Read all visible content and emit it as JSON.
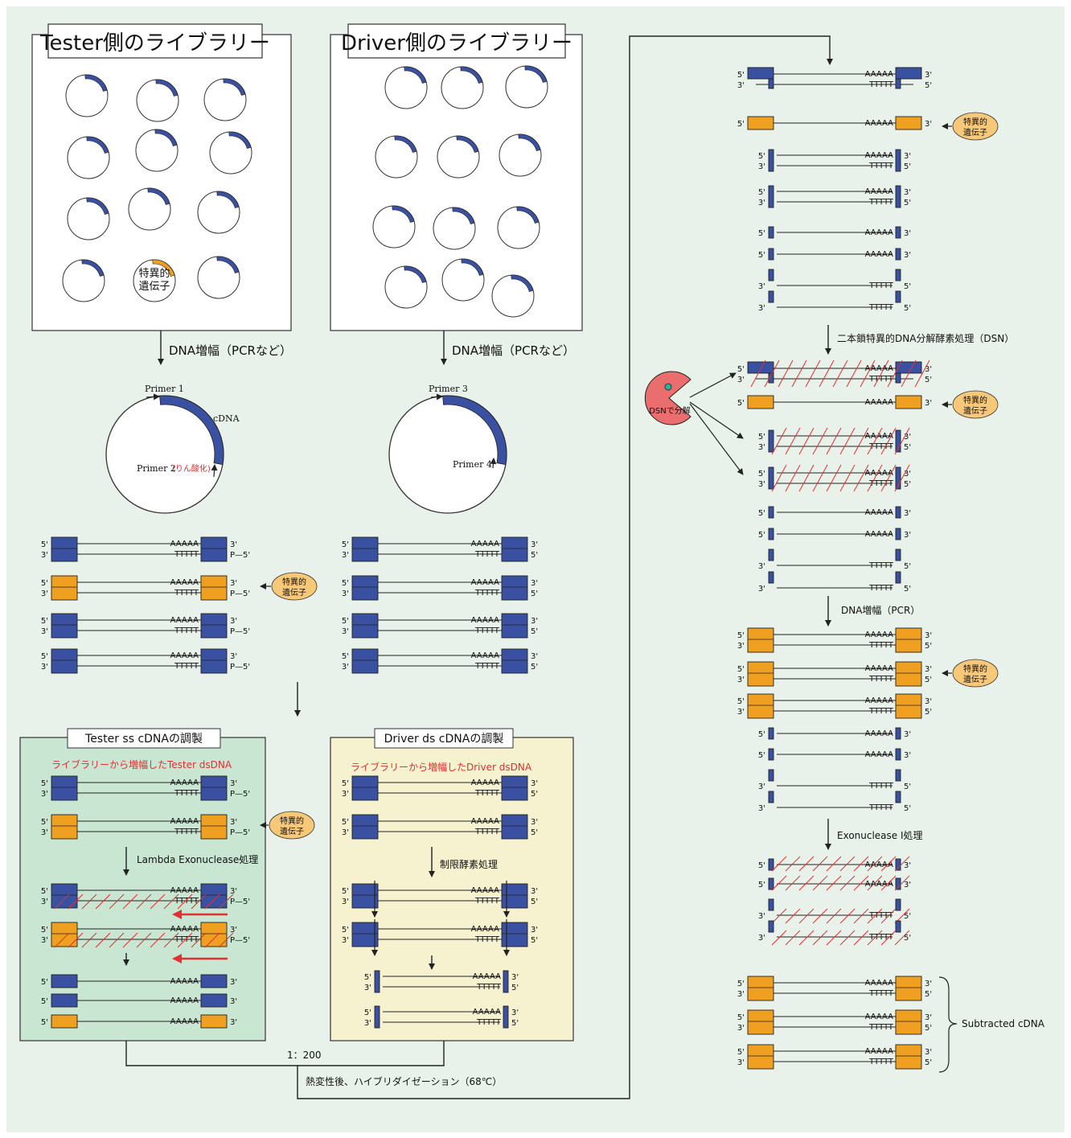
{
  "colors": {
    "background": "#e9f2ea",
    "blue": "#3a50a0",
    "orange": "#f0a020",
    "red": "#e03030",
    "panel_green": "#c9e6d3",
    "panel_yellow": "#f6f2d0",
    "bubble": "#f6c878",
    "pacman": "#ea6e6e"
  },
  "titles": {
    "tester_library": "Tester側のライブラリー",
    "driver_library": "Driver側のライブラリー",
    "tester_panel": "Tester ss cDNAの調製",
    "driver_panel": "Driver ds cDNAの調製"
  },
  "library": {
    "specific_gene_line1": "特異的",
    "specific_gene_line2": "遺伝子"
  },
  "plasmids": {
    "primer1": "Primer 1",
    "primer2": "Primer 2",
    "primer2_note": "(りん酸化)",
    "primer3": "Primer 3",
    "primer4": "Primer 4",
    "cdna": "cDNA"
  },
  "steps": {
    "amplify": "DNA増幅（PCRなど）",
    "tester_dsdna": "ライブラリーから増幅したTester dsDNA",
    "driver_dsdna": "ライブラリーから増幅したDriver dsDNA",
    "lambda": "Lambda Exonuclease処理",
    "restriction": "制限酵素処理",
    "ratio": "1：200",
    "hybridize": "熱変性後、ハイブリダイゼーション（68℃）",
    "dsn": "二本鎖特異的DNA分解酵素処理（DSN）",
    "dsn_pacman": "DSNで分解",
    "pcr": "DNA増幅（PCR）",
    "exo1": "Exonuclease I処理",
    "subtracted": "Subtracted cDNA"
  },
  "labels": {
    "five": "5'",
    "three": "3'",
    "polyA": "AAAAA",
    "polyT": "TTTTT",
    "phospho": "P—5'"
  }
}
